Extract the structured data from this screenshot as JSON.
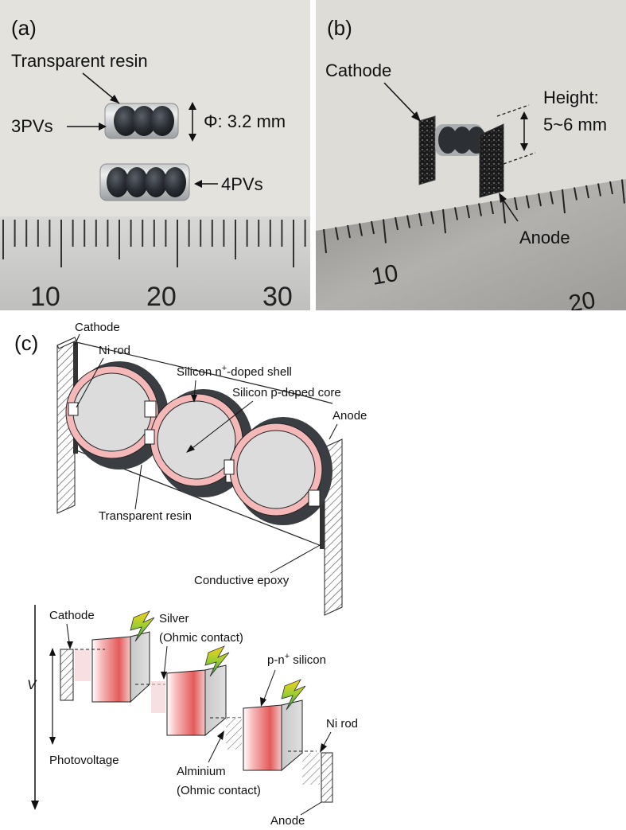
{
  "panel_a": {
    "label": "(a)",
    "resin_label": "Transparent resin",
    "three_pv_label": "3PVs",
    "diameter_label": "Φ: 3.2 mm",
    "four_pv_label": "4PVs",
    "ruler_ticks": [
      "10",
      "20",
      "30"
    ]
  },
  "panel_b": {
    "label": "(b)",
    "cathode_label": "Cathode",
    "height_label_1": "Height:",
    "height_label_2": "5~6 mm",
    "anode_label": "Anode",
    "ruler_ticks": [
      "10",
      "20"
    ]
  },
  "panel_c": {
    "label": "(c)",
    "cathode_label": "Cathode",
    "ni_rod_label": "Ni rod",
    "shell_label_prefix": "Silicon n",
    "shell_label_sup": "+",
    "shell_label_suffix": "-doped shell",
    "core_label": "Silicon p-doped core",
    "anode_label": "Anode",
    "resin_label": "Transparent resin",
    "epoxy_label": "Conductive epoxy"
  },
  "band_diagram": {
    "v_axis_label": "V",
    "cathode_label": "Cathode",
    "silver_label": "Silver",
    "silver_sub": "(Ohmic contact)",
    "pn_label_prefix": "p-n",
    "pn_label_sup": "+",
    "pn_label_suffix": " silicon",
    "ni_rod_label": "Ni rod",
    "photovoltage_label": "Photovoltage",
    "aluminium_label": "Alminium",
    "aluminium_sub": "(Ohmic contact)",
    "anode_label": "Anode"
  }
}
